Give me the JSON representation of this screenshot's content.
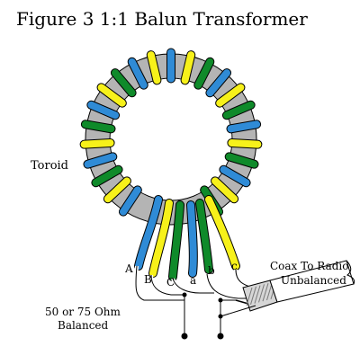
{
  "figure": {
    "title": "Figure 3     1:1 Balun Transformer",
    "toroid_label": "Toroid",
    "coax_label_line1": "Coax To Radio",
    "coax_label_line2": "Unbalanced",
    "balanced_label_line1": "50 or 75 Ohm",
    "balanced_label_line2": "Balanced",
    "wire_labels": {
      "A": "A",
      "B": "B",
      "C": "C",
      "a": "a",
      "b": "b",
      "c": "c"
    },
    "colors": {
      "core": "#b4b4b4",
      "blue": "#2f8bd6",
      "yellow": "#f7f11a",
      "green": "#0f8a2a",
      "outline": "#000000",
      "coax_hatch": "#7a7a7a"
    }
  }
}
